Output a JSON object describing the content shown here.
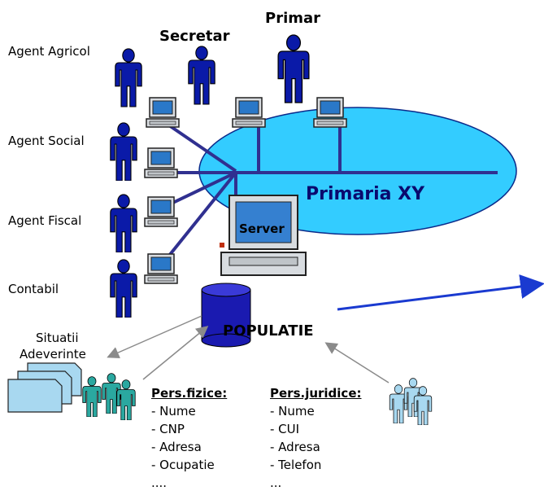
{
  "roles": {
    "agent_agricol": "Agent Agricol",
    "secretar": "Secretar",
    "primar": "Primar",
    "agent_social": "Agent Social",
    "agent_fiscal": "Agent Fiscal",
    "contabil": "Contabil"
  },
  "network": {
    "name": "Primaria XY",
    "server": "Server"
  },
  "database": {
    "name": "POPULATIE"
  },
  "outputs": {
    "line1": "Situatii",
    "line2": "Adeverinte"
  },
  "pers_fizice": {
    "title": "Pers.fizice:",
    "items": [
      "- Nume",
      "- CNP",
      "- Adresa",
      "- Ocupatie",
      "...."
    ]
  },
  "pers_juridice": {
    "title": "Pers.juridice:",
    "items": [
      "- Nume",
      "- CUI",
      "- Adresa",
      "- Telefon",
      "..."
    ]
  },
  "colors": {
    "person": "#0a1aa8",
    "network_oval": "#33ccff",
    "line": "#303090",
    "citizen": "#2aa8a0",
    "legal": "#a8d8f0",
    "arrow": "#1a3ad0"
  }
}
